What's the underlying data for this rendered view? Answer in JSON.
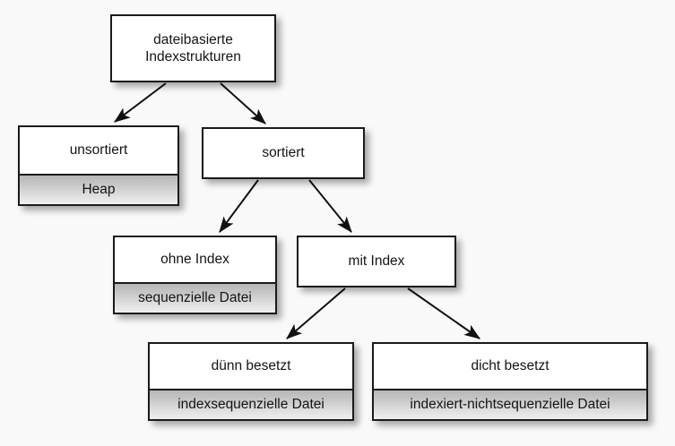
{
  "diagram": {
    "title": "dateibasierte Indexstrukturen",
    "background_color": "#f9f9f9",
    "border_color": "#1a1a1a",
    "nodes": [
      {
        "id": "root",
        "title": "dateibasierte\nIndexstrukturen",
        "sub": null
      },
      {
        "id": "unsortiert",
        "title": "unsortiert",
        "sub": "Heap"
      },
      {
        "id": "sortiert",
        "title": "sortiert",
        "sub": null
      },
      {
        "id": "ohne-index",
        "title": "ohne Index",
        "sub": "sequenzielle Datei"
      },
      {
        "id": "mit-index",
        "title": "mit Index",
        "sub": null
      },
      {
        "id": "duenn",
        "title": "dünn besetzt",
        "sub": "indexsequenzielle Datei"
      },
      {
        "id": "dicht",
        "title": "dicht besetzt",
        "sub": "indexiert-nichtsequenzielle Datei"
      }
    ],
    "edges": [
      {
        "from": "root",
        "to": "unsortiert"
      },
      {
        "from": "root",
        "to": "sortiert"
      },
      {
        "from": "sortiert",
        "to": "ohne-index"
      },
      {
        "from": "sortiert",
        "to": "mit-index"
      },
      {
        "from": "mit-index",
        "to": "duenn"
      },
      {
        "from": "mit-index",
        "to": "dicht"
      }
    ]
  }
}
